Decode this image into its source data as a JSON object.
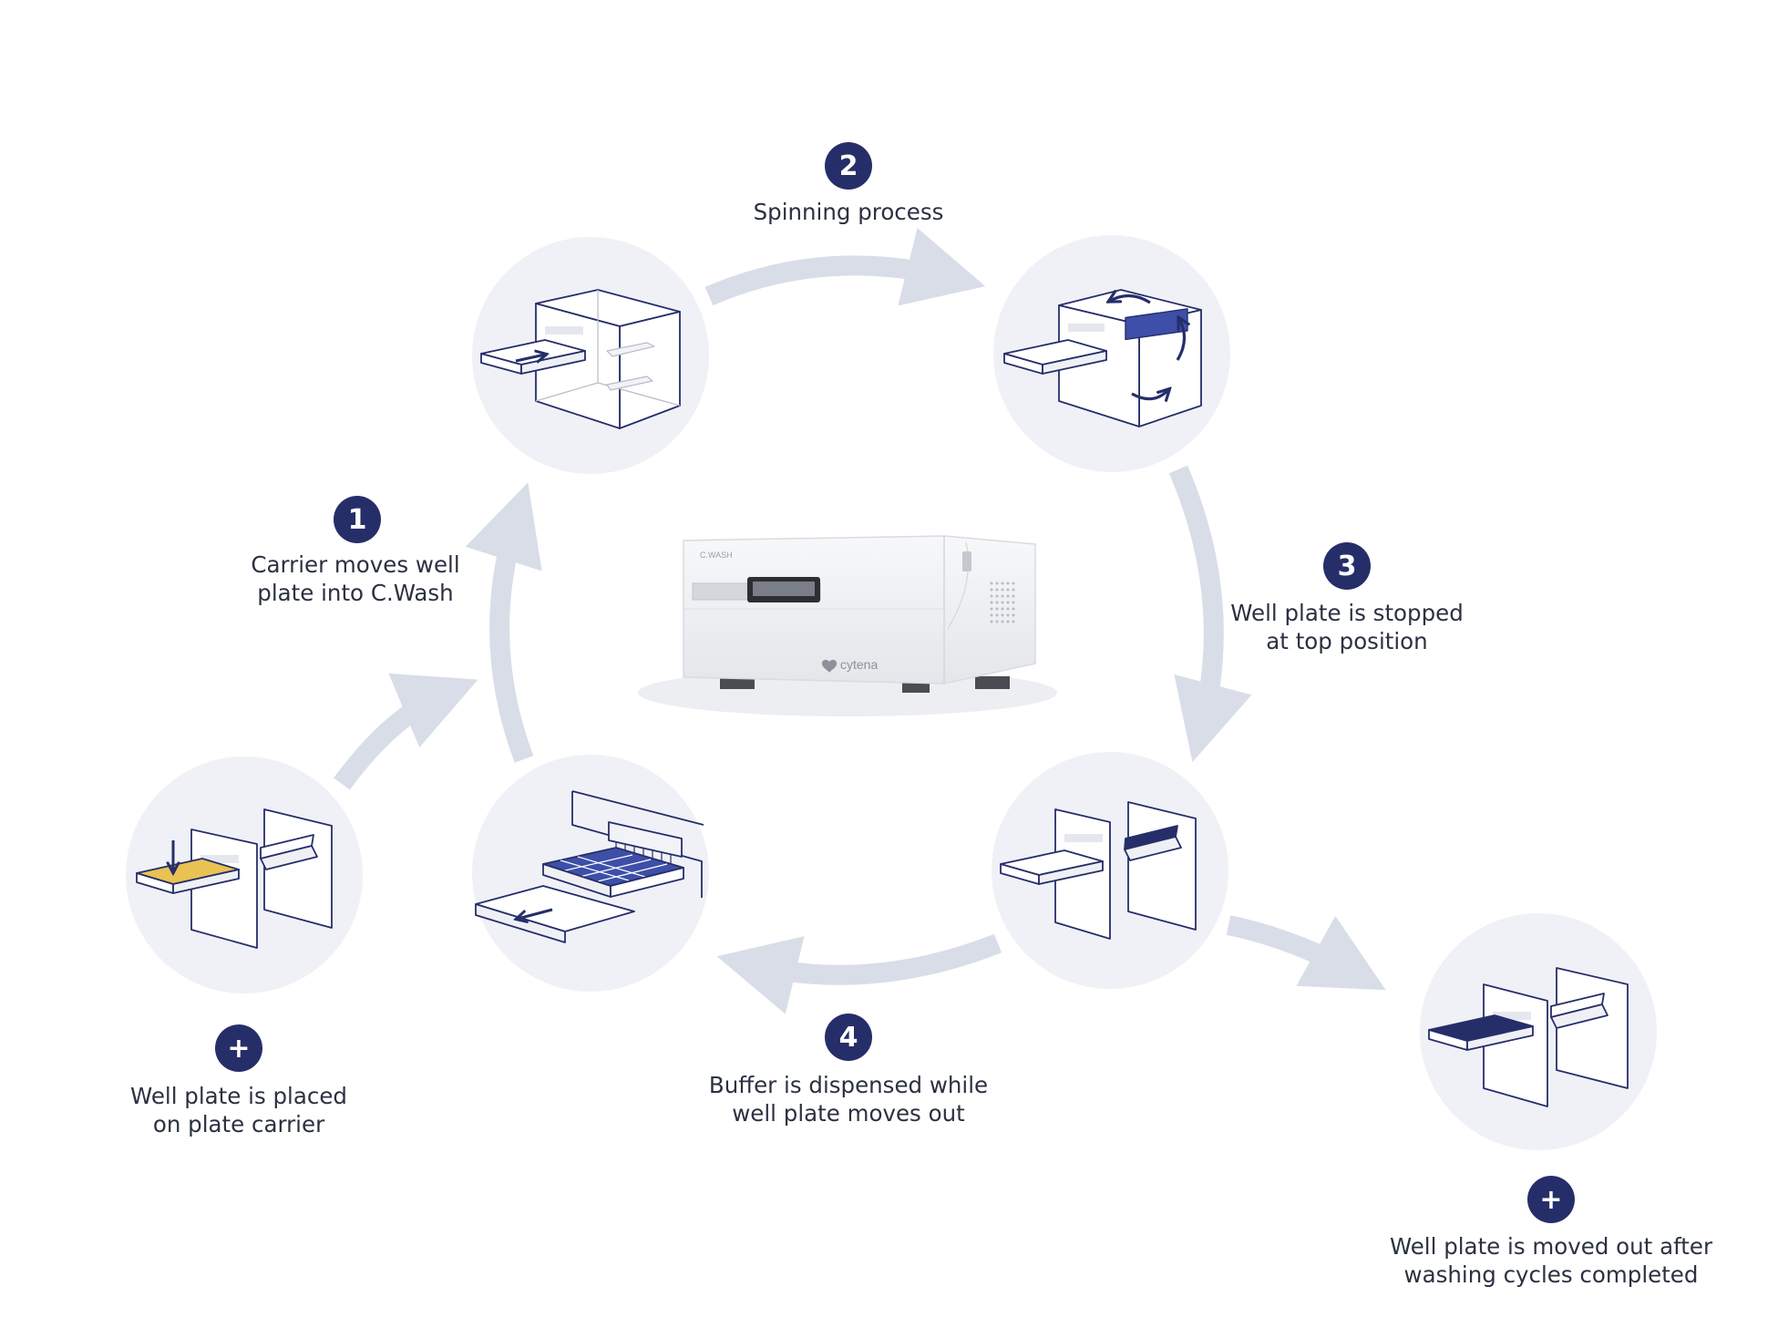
{
  "colors": {
    "badge": "#262e6a",
    "arrow": "#d9dde8",
    "circle": "#eff1f6",
    "line": "#262e6a",
    "plate_blue": "#3d4fa8",
    "plate_navy": "#262e6a",
    "plate_yellow": "#e9c253",
    "text": "#2b3140"
  },
  "steps": {
    "one": {
      "badge": "1",
      "line1": "Carrier moves well",
      "line2": "plate into C.Wash"
    },
    "two": {
      "badge": "2",
      "line1": "Spinning process"
    },
    "three": {
      "badge": "3",
      "line1": "Well plate is stopped",
      "line2": "at top position"
    },
    "four": {
      "badge": "4",
      "line1": "Buffer is dispensed while",
      "line2": "well plate moves out"
    },
    "start": {
      "badge": "+",
      "line1": "Well plate is placed",
      "line2": "on plate carrier"
    },
    "end": {
      "badge": "+",
      "line1": "Well plate is moved out after",
      "line2": "washing cycles completed"
    }
  },
  "device": {
    "label": "C.WASH",
    "brand": "cytena"
  },
  "icons": [
    "arrow-right-icon",
    "rotation-arrows-icon",
    "arrow-down-icon",
    "arrow-left-icon"
  ]
}
